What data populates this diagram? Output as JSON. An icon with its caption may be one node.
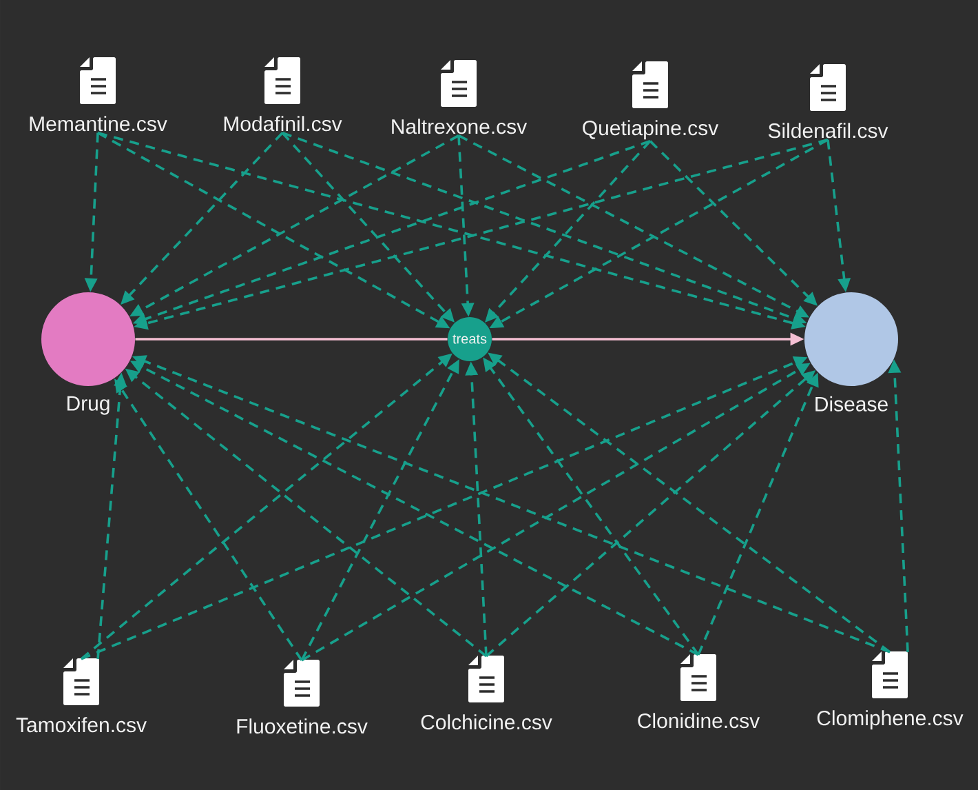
{
  "diagram": {
    "nodes": [
      {
        "text": [
          "Memantine.csv"
        ]
      },
      {
        "text": [
          "Modafinil.csv"
        ]
      },
      {
        "text": [
          "Naltrexone.csv"
        ]
      },
      {
        "text": [
          "Quetiapine.csv"
        ]
      },
      {
        "text": [
          "Sildenafil.csv"
        ]
      },
      {
        "text": [
          "Drug"
        ]
      },
      {
        "text": [
          "treats"
        ]
      },
      {
        "text": [
          "Disease"
        ]
      },
      {
        "text": [
          "Tamoxifen.csv"
        ]
      },
      {
        "text": [
          "Fluoxetine.csv"
        ]
      },
      {
        "text": [
          "Colchicine.csv"
        ]
      },
      {
        "text": [
          "Clonidine.csv"
        ]
      },
      {
        "text": [
          "Clomiphene.csv"
        ]
      }
    ],
    "edges": [
      {
        "from": 5,
        "to": 6,
        "arrow": "none",
        "color": "#f5bfd3"
      },
      {
        "from": 6,
        "to": 7,
        "arrow": "to",
        "color": "#f5bfd3"
      },
      {
        "from": 0,
        "to": 5,
        "arrow": "to",
        "style": "dashed"
      },
      {
        "from": 0,
        "to": 6,
        "arrow": "to",
        "style": "dashed"
      },
      {
        "from": 0,
        "to": 7,
        "arrow": "to",
        "style": "dashed"
      },
      {
        "from": 1,
        "to": 5,
        "arrow": "to",
        "style": "dashed"
      },
      {
        "from": 1,
        "to": 6,
        "arrow": "to",
        "style": "dashed"
      },
      {
        "from": 1,
        "to": 7,
        "arrow": "to",
        "style": "dashed"
      },
      {
        "from": 2,
        "to": 5,
        "arrow": "to",
        "style": "dashed"
      },
      {
        "from": 2,
        "to": 6,
        "arrow": "to",
        "style": "dashed"
      },
      {
        "from": 2,
        "to": 7,
        "arrow": "to",
        "style": "dashed"
      },
      {
        "from": 3,
        "to": 5,
        "arrow": "to",
        "style": "dashed"
      },
      {
        "from": 3,
        "to": 6,
        "arrow": "to",
        "style": "dashed"
      },
      {
        "from": 3,
        "to": 7,
        "arrow": "to",
        "style": "dashed"
      },
      {
        "from": 4,
        "to": 5,
        "arrow": "to",
        "style": "dashed"
      },
      {
        "from": 4,
        "to": 6,
        "arrow": "to",
        "style": "dashed"
      },
      {
        "from": 4,
        "to": 7,
        "arrow": "to",
        "style": "dashed"
      },
      {
        "from": 8,
        "to": 5,
        "arrow": "to",
        "style": "dashed"
      },
      {
        "from": 8,
        "to": 6,
        "arrow": "to",
        "style": "dashed"
      },
      {
        "from": 8,
        "to": 7,
        "arrow": "to",
        "style": "dashed"
      },
      {
        "from": 9,
        "to": 5,
        "arrow": "to",
        "style": "dashed"
      },
      {
        "from": 9,
        "to": 6,
        "arrow": "to",
        "style": "dashed"
      },
      {
        "from": 9,
        "to": 7,
        "arrow": "to",
        "style": "dashed"
      },
      {
        "from": 10,
        "to": 5,
        "arrow": "to",
        "style": "dashed"
      },
      {
        "from": 10,
        "to": 6,
        "arrow": "to",
        "style": "dashed"
      },
      {
        "from": 10,
        "to": 7,
        "arrow": "to",
        "style": "dashed"
      },
      {
        "from": 11,
        "to": 5,
        "arrow": "to",
        "style": "dashed"
      },
      {
        "from": 11,
        "to": 6,
        "arrow": "to",
        "style": "dashed"
      },
      {
        "from": 11,
        "to": 7,
        "arrow": "to",
        "style": "dashed"
      },
      {
        "from": 12,
        "to": 5,
        "arrow": "to",
        "style": "dashed"
      },
      {
        "from": 12,
        "to": 6,
        "arrow": "to",
        "style": "dashed"
      },
      {
        "from": 12,
        "to": 7,
        "arrow": "to",
        "style": "dashed"
      }
    ]
  }
}
